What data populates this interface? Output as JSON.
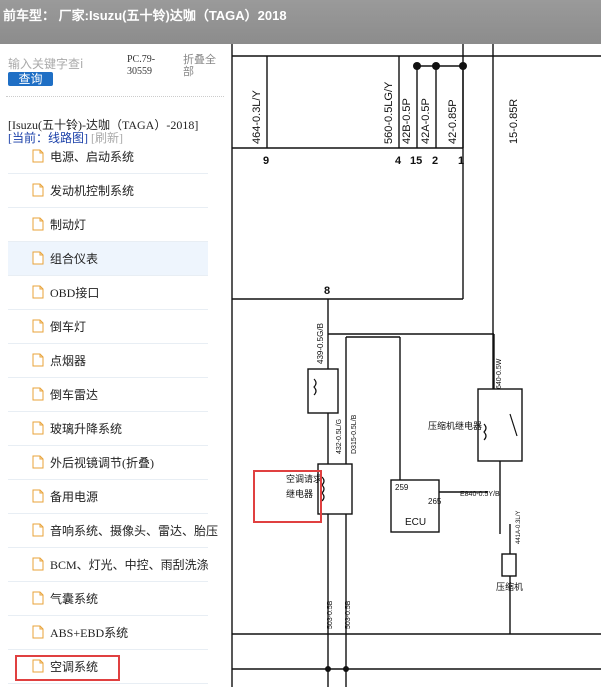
{
  "header": {
    "title": "前车型：  厂家:Isuzu(五十铃)达咖（TAGA）2018"
  },
  "search": {
    "placeholder": "输入关键字查i",
    "button_label": "查询"
  },
  "pc_code": "PC.79-30559",
  "fold_all_label": "折叠全部",
  "model_line": "[Isuzu(五十铃)-达咖（TAGA）-2018]",
  "current": {
    "label": "[当前：线路图]",
    "refresh": "[刷新]"
  },
  "menu": {
    "items": [
      {
        "label": "电源、启动系统"
      },
      {
        "label": "发动机控制系统"
      },
      {
        "label": "制动灯"
      },
      {
        "label": "组合仪表",
        "active": true
      },
      {
        "label": "OBD接口"
      },
      {
        "label": "倒车灯"
      },
      {
        "label": "点烟器"
      },
      {
        "label": "倒车雷达"
      },
      {
        "label": "玻璃升降系统"
      },
      {
        "label": "外后视镜调节(折叠)"
      },
      {
        "label": "备用电源"
      },
      {
        "label": "音响系统、摄像头、雷达、胎压"
      },
      {
        "label": "BCM、灯光、中控、雨刮洗涤"
      },
      {
        "label": "气囊系统"
      },
      {
        "label": "ABS+EBD系统"
      },
      {
        "label": "空调系统"
      }
    ]
  },
  "diagram": {
    "wire_labels": [
      "464-0.3L/Y",
      "560-0.5LG/Y",
      "42B-0.5P",
      "42A-0.5P",
      "42-0.85P",
      "15-0.85R",
      "439-0.5G/B",
      "432-0.5L/G",
      "D315-0.5L/B",
      "640-0.5W",
      "E840-0.5Y/B",
      "441A-0.3L/Y",
      "503-0.5B",
      "503-0.5B"
    ],
    "pin_labels": [
      "9",
      "4",
      "15",
      "2",
      "1",
      "8",
      "259",
      "265"
    ],
    "ecu_label": "ECU",
    "ac_relay_label": [
      "空调请求",
      "继电器"
    ],
    "comp_relay_label": "压缩机继电器",
    "compressor_label": "压缩机"
  },
  "colors": {
    "header_bg": "#909090",
    "button_bg": "#1f6fc5",
    "highlight": "#e04040",
    "active_item": "#eef5fd"
  }
}
